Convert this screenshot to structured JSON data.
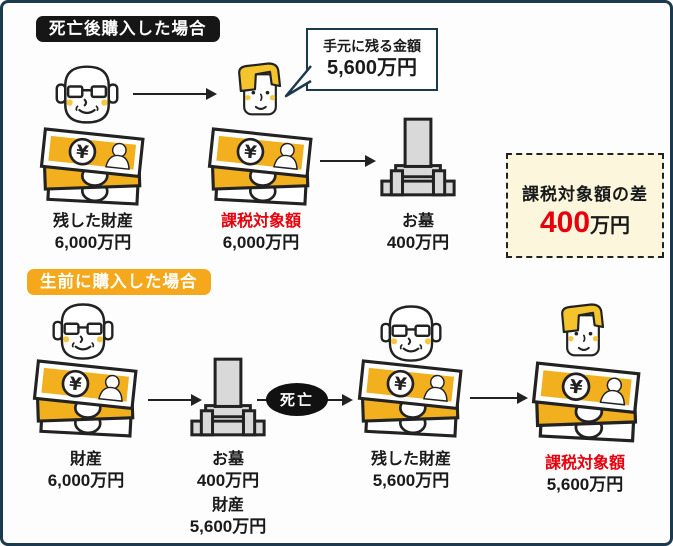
{
  "colors": {
    "frame_border": "#1c3a4d",
    "accent_yellow": "#f5a81c",
    "money_gold": "#f2b01e",
    "alert_red": "#e8000d",
    "diff_box_bg": "#fbf6dc",
    "grave_gray": "#d9d9d9",
    "ink": "#222222"
  },
  "icons": {
    "elderly": "elderly-person-icon",
    "heir": "young-person-icon",
    "money": "money-stack-icon",
    "grave": "grave-icon",
    "arrow": "arrow-right-icon",
    "bubble": "speech-bubble"
  },
  "after": {
    "header": "死亡後購入した場合",
    "bubble_line1": "手元に残る金額",
    "bubble_line2": "5,600万円",
    "left": {
      "label": "残した財産",
      "amount": "6,000万円"
    },
    "mid": {
      "label": "課税対象額",
      "amount": "6,000万円"
    },
    "grave": {
      "label": "お墓",
      "amount": "400万円"
    },
    "diff_box": {
      "title": "課税対象額の差",
      "value": "400",
      "unit": "万円"
    }
  },
  "before": {
    "header": "生前に購入した場合",
    "left": {
      "label": "財産",
      "amount": "6,000万円"
    },
    "grave": {
      "label": "お墓",
      "amount": "400万円",
      "label2": "財産",
      "amount2": "5,600万円"
    },
    "death": "死亡",
    "mid": {
      "label": "残した財産",
      "amount": "5,600万円"
    },
    "right": {
      "label": "課税対象額",
      "amount": "5,600万円"
    }
  }
}
